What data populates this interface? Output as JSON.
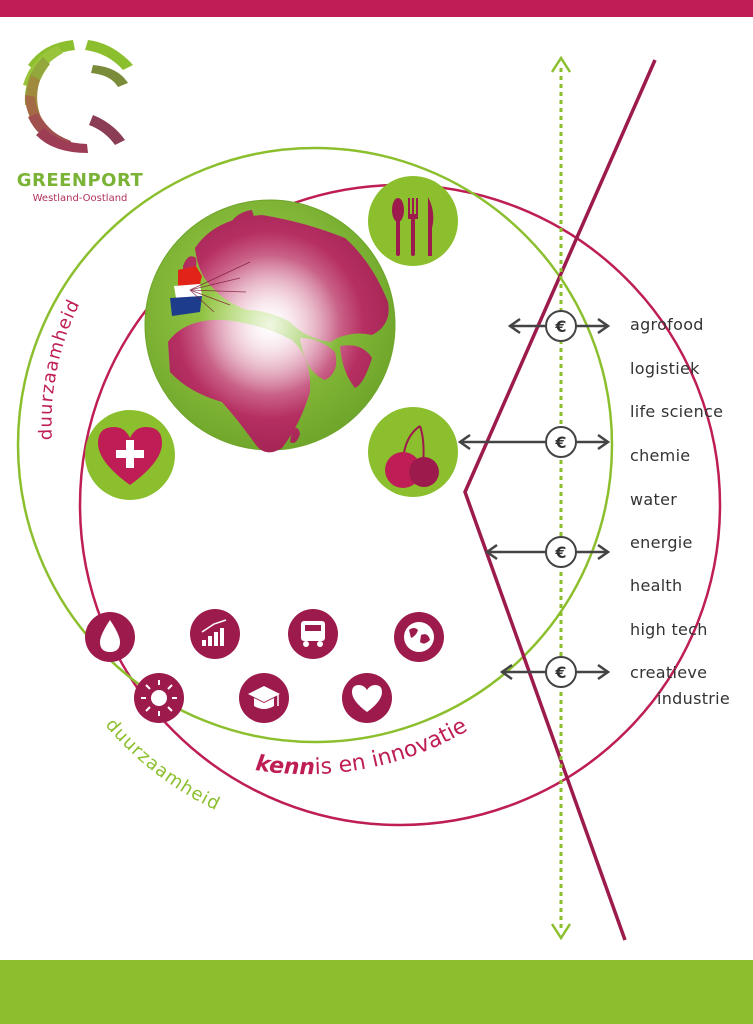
{
  "brand": {
    "name": "GREENPORT",
    "subtitle": "Westland-Oostland"
  },
  "labels": {
    "duurzaamheid_inner": "duurzaamheid",
    "duurzaamheid_outer": "duurzaamheid",
    "kennis": "kenn",
    "kennis_rest": "is en innovatie"
  },
  "currency_symbol": "€",
  "sectors": [
    {
      "label": "agrofood",
      "has_exchange": true
    },
    {
      "label": "logistiek",
      "has_exchange": false
    },
    {
      "label": "life science",
      "has_exchange": false
    },
    {
      "label": "chemie",
      "has_exchange": true
    },
    {
      "label": "water",
      "has_exchange": false
    },
    {
      "label": "energie",
      "has_exchange": true
    },
    {
      "label": "health",
      "has_exchange": false
    },
    {
      "label": "high tech",
      "has_exchange": false
    },
    {
      "label": "creatieve",
      "has_exchange": true
    },
    {
      "label": "industrie",
      "has_exchange": false
    }
  ],
  "icons": [
    "cutlery-icon",
    "heart-plus-icon",
    "cherries-icon",
    "water-drop-icon",
    "growth-chart-icon",
    "truck-icon",
    "globe-icon",
    "sun-icon",
    "graduation-cap-icon",
    "heart-icon"
  ],
  "colors": {
    "brand_magenta": "#be1e55",
    "brand_green": "#8cbf2e",
    "dark_magenta": "#9c1b4c",
    "text": "#333333"
  }
}
